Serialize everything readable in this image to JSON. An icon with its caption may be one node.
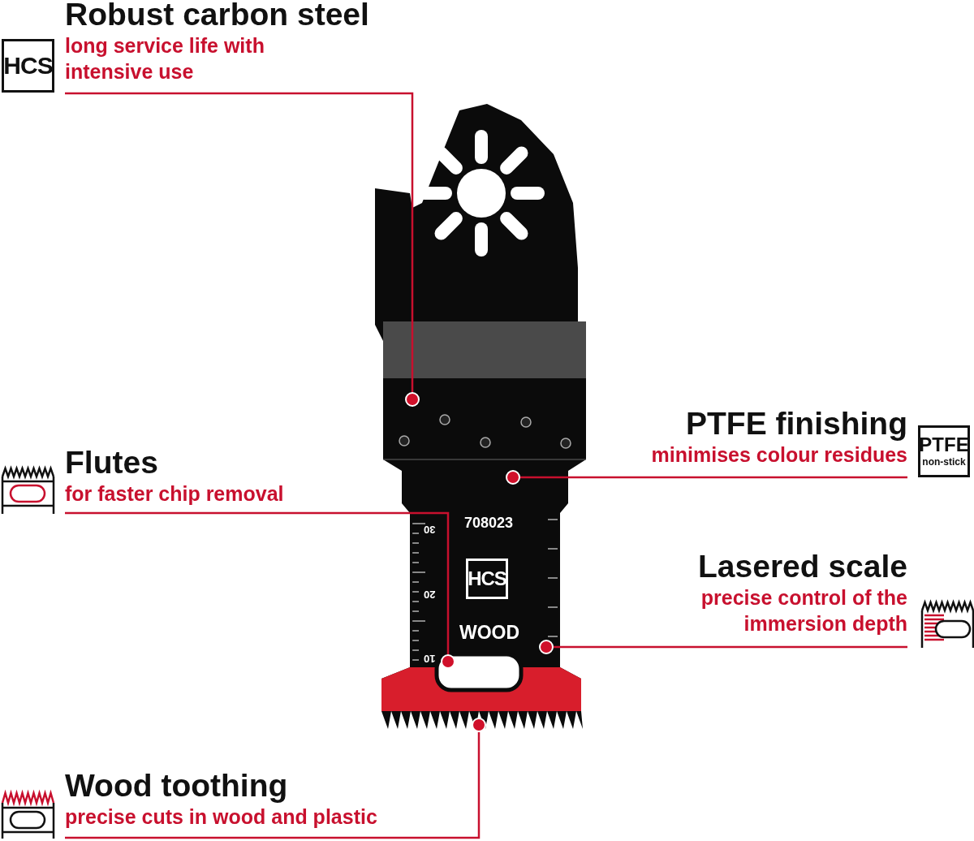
{
  "diagram": {
    "nodes": [
      {
        "text": [
          "Robust carbon steel",
          "long service life with intensive use"
        ]
      },
      {
        "text": [
          "PTFE finishing",
          "minimises colour residues"
        ]
      },
      {
        "text": [
          "Flutes",
          "for faster chip removal"
        ]
      },
      {
        "text": [
          "Lasered scale",
          "precise control of the immersion depth"
        ]
      },
      {
        "text": [
          "Wood toothing",
          "precise cuts in wood and plastic"
        ]
      },
      {
        "text": [],
        "shape": "circle"
      },
      {
        "text": [],
        "shape": "circle"
      },
      {
        "text": [],
        "shape": "circle"
      },
      {
        "text": [],
        "shape": "circle"
      },
      {
        "text": [],
        "shape": "circle"
      }
    ],
    "edges": [
      {
        "from": 0,
        "to": 5,
        "arrow": "none"
      },
      {
        "from": 1,
        "to": 6,
        "arrow": "none"
      },
      {
        "from": 2,
        "to": 7,
        "arrow": "none"
      },
      {
        "from": 3,
        "to": 8,
        "arrow": "none"
      },
      {
        "from": 4,
        "to": 9,
        "arrow": "none"
      }
    ],
    "labels": [
      "HCS",
      "PTFE",
      "non-stick",
      "708023",
      "30",
      "HCS",
      "20",
      "WOOD",
      "10"
    ]
  }
}
